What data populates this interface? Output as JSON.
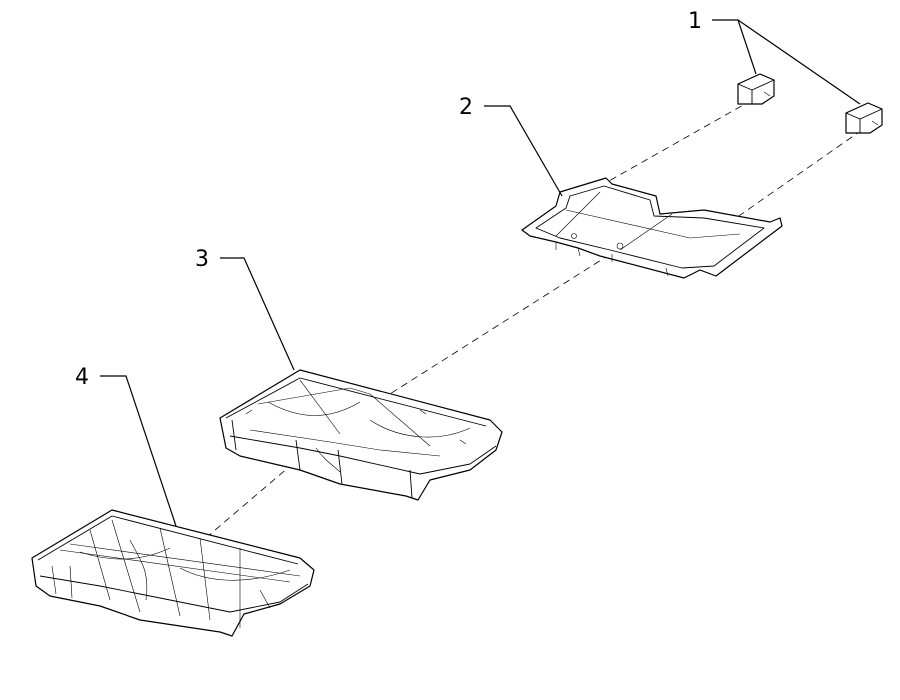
{
  "diagram": {
    "callouts": [
      {
        "label": "1",
        "part": "clip"
      },
      {
        "label": "2",
        "part": "seat-frame-plate"
      },
      {
        "label": "3",
        "part": "seat-cushion-pad"
      },
      {
        "label": "4",
        "part": "seat-cushion-cover"
      }
    ]
  }
}
